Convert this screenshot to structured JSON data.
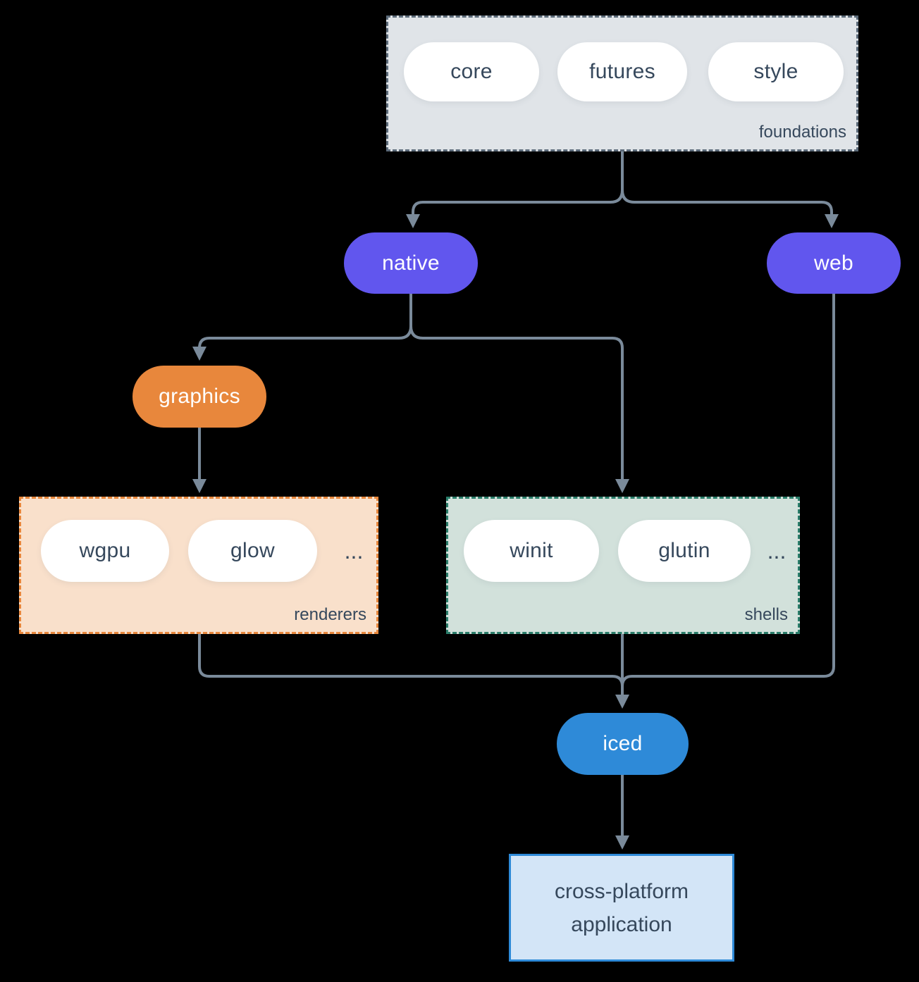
{
  "foundations": {
    "label": "foundations",
    "items": [
      "core",
      "futures",
      "style"
    ]
  },
  "native": {
    "label": "native"
  },
  "web": {
    "label": "web"
  },
  "graphics": {
    "label": "graphics"
  },
  "renderers": {
    "label": "renderers",
    "items": [
      "wgpu",
      "glow"
    ],
    "more": "..."
  },
  "shells": {
    "label": "shells",
    "items": [
      "winit",
      "glutin"
    ],
    "more": "..."
  },
  "iced": {
    "label": "iced"
  },
  "application": {
    "line1": "cross-platform",
    "line2": "application"
  },
  "colors": {
    "accent_purple": "#6156ee",
    "accent_orange": "#e8873c",
    "accent_blue": "#2e8ad8",
    "accent_teal": "#2a7d6a",
    "arrow": "#7a8a9a",
    "foundations_bg": "#e0e4e8",
    "renderers_bg": "#f9e0cb",
    "shells_bg": "#d2e1db",
    "application_bg": "#d3e5f7",
    "pill_bg": "#ffffff",
    "text_dark": "#36485c",
    "page_bg": "#000000"
  }
}
